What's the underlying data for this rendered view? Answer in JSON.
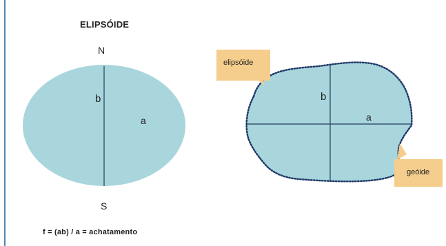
{
  "title": "ELIPSÓIDE",
  "left_figure": {
    "north_label": "N",
    "south_label": "S",
    "minor_axis_label": "b",
    "major_axis_label": "a"
  },
  "right_figure": {
    "minor_axis_label": "b",
    "major_axis_label": "a",
    "ellipsoid_callout": "elipsóide",
    "geoid_callout": "geóide"
  },
  "formula": "f = (ab) / a = achatamento",
  "colors": {
    "fill": "#a9d5dc",
    "axis_line": "#1f3d5c",
    "geoid_outline": "#1f3a6a",
    "callout_bg": "#f5cd8c",
    "page_rule": "#4f86b8"
  }
}
